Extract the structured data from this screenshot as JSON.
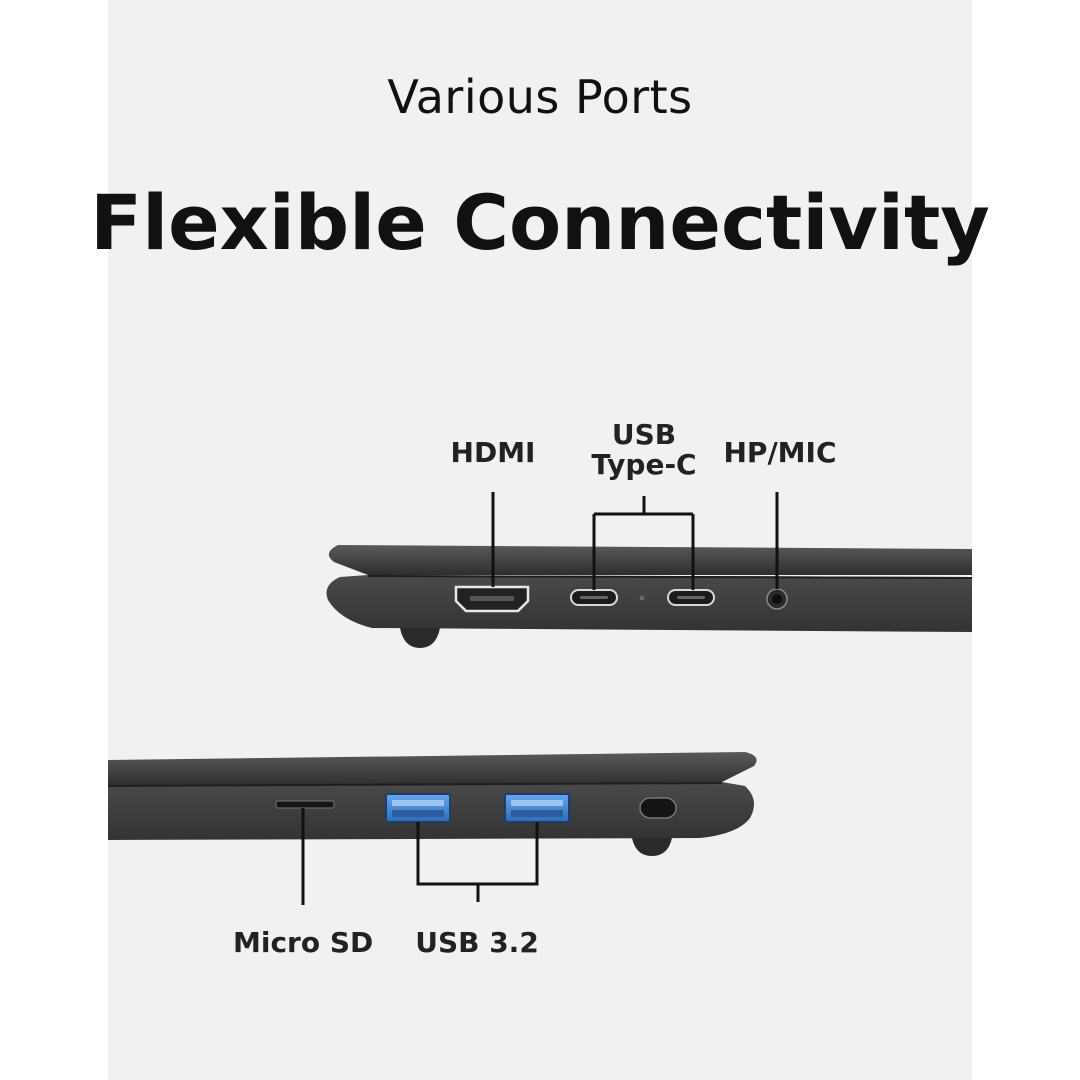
{
  "header": {
    "eyebrow": "Various Ports",
    "headline": "Flexible Connectivity"
  },
  "ports_top": {
    "hdmi": "HDMI",
    "usb_c_line1": "USB",
    "usb_c_line2": "Type-C",
    "hp_mic": "HP/MIC"
  },
  "ports_bottom": {
    "micro_sd": "Micro SD",
    "usb_32": "USB 3.2"
  },
  "colors": {
    "background": "#f1f1f1",
    "laptop_body": "#3c3c3c",
    "usb_blue": "#3f7fc8",
    "text": "#111111"
  }
}
